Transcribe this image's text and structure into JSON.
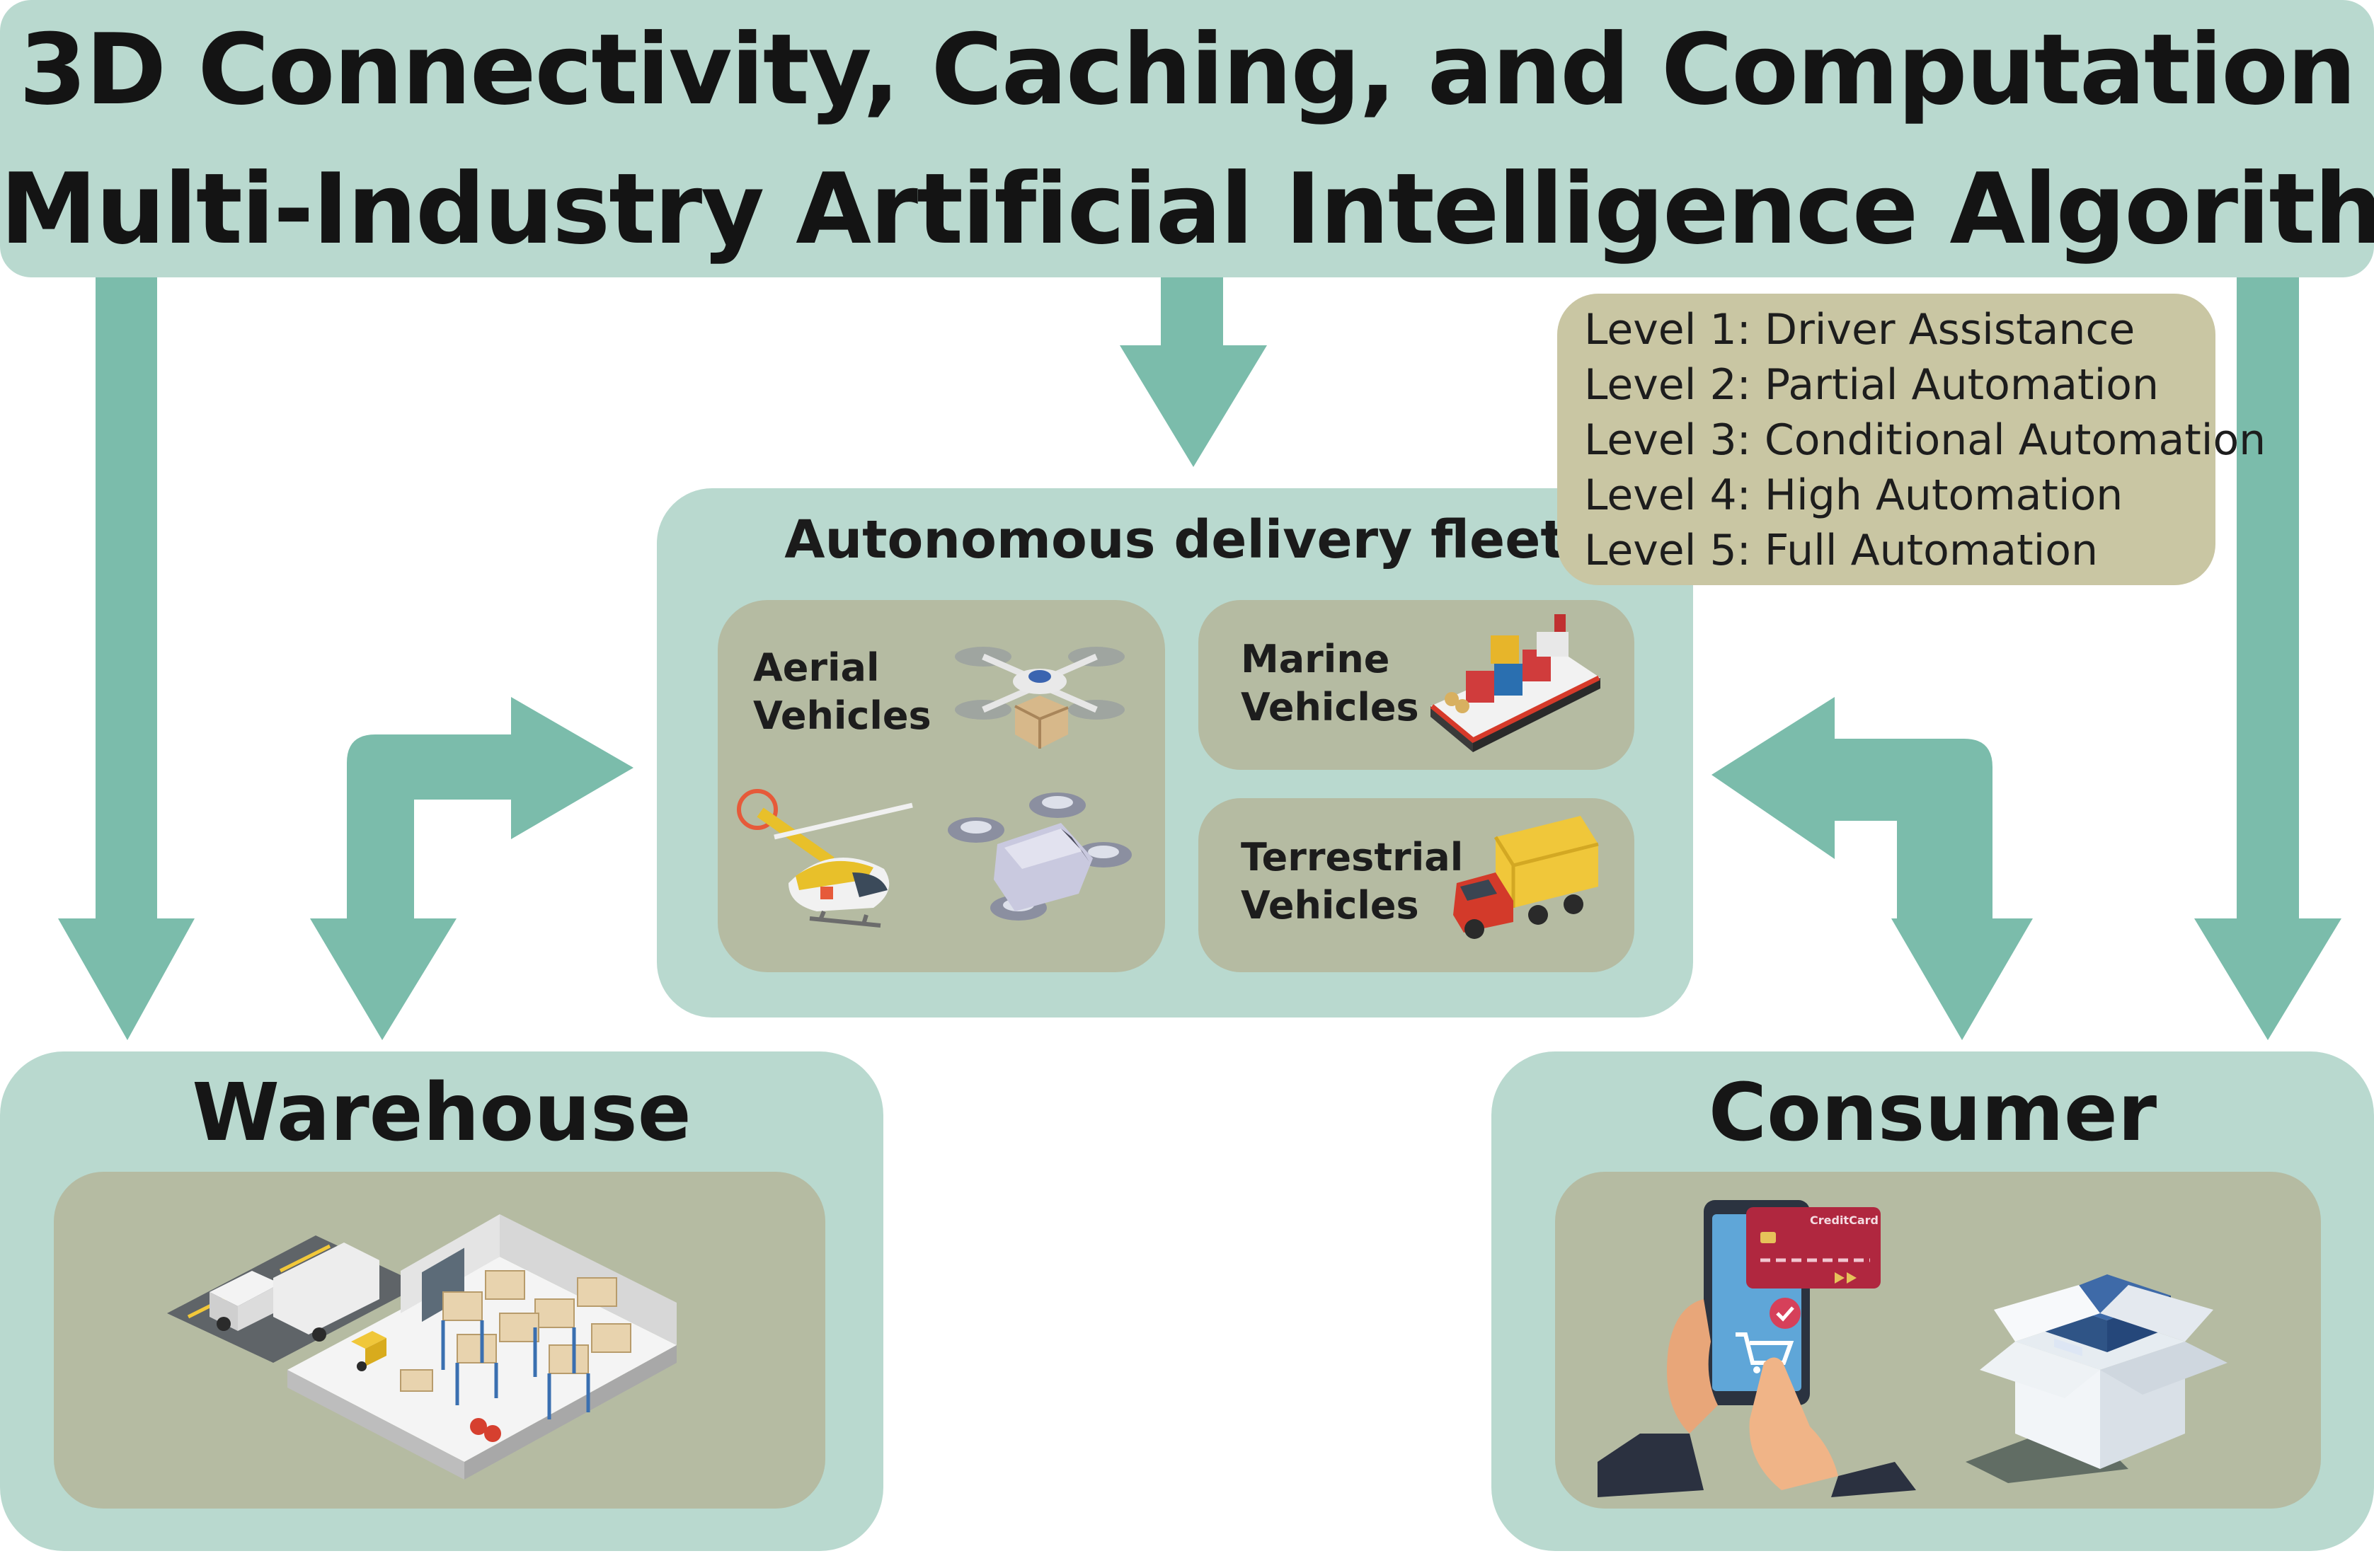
{
  "title": {
    "line1": "3D Connectivity, Caching, and Computation",
    "line2": "Multi-Industry Artificial Intelligence Algorithm"
  },
  "levels": [
    "Level 1: Driver Assistance",
    "Level 2: Partial Automation",
    "Level 3: Conditional Automation",
    "Level 4: High Automation",
    "Level 5: Full Automation"
  ],
  "fleet": {
    "title": "Autonomous delivery fleet",
    "aerial": {
      "line1": "Aerial",
      "line2": "Vehicles"
    },
    "marine": {
      "line1": "Marine",
      "line2": "Vehicles"
    },
    "terrestrial": {
      "line1": "Terrestrial",
      "line2": "Vehicles"
    }
  },
  "warehouse": {
    "title": "Warehouse"
  },
  "consumer": {
    "title": "Consumer",
    "card_label": "CreditCard"
  },
  "colors": {
    "arrow": "#7bbcab",
    "panel": "#b9d9cf",
    "inner": "#b5bba2",
    "levels": "#c9c6a3"
  }
}
